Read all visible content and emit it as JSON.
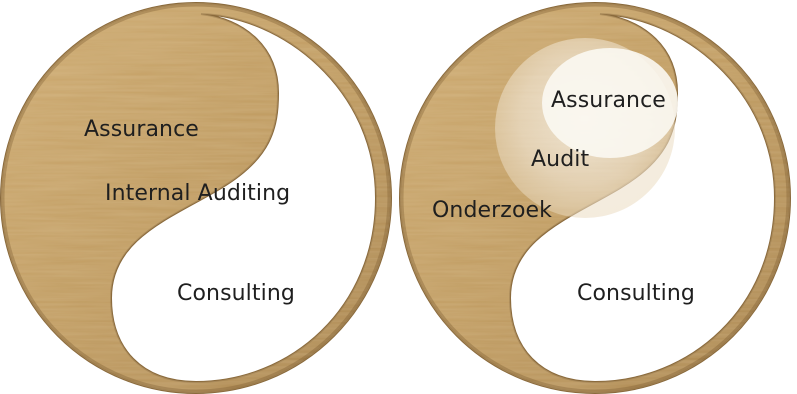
{
  "colors": {
    "wood_light": "#c9a46a",
    "wood_mid": "#b58d52",
    "wood_dark": "#8a6a3c",
    "background": "#ffffff",
    "highlight": "#f4ece0",
    "text": "#1f1f1f"
  },
  "diagrams": [
    {
      "labels": {
        "assurance": "Assurance",
        "internal_auditing": "Internal Auditing",
        "consulting": "Consulting"
      }
    },
    {
      "labels": {
        "assurance": "Assurance",
        "audit": "Audit",
        "onderzoek": "Onderzoek",
        "consulting": "Consulting"
      }
    }
  ]
}
